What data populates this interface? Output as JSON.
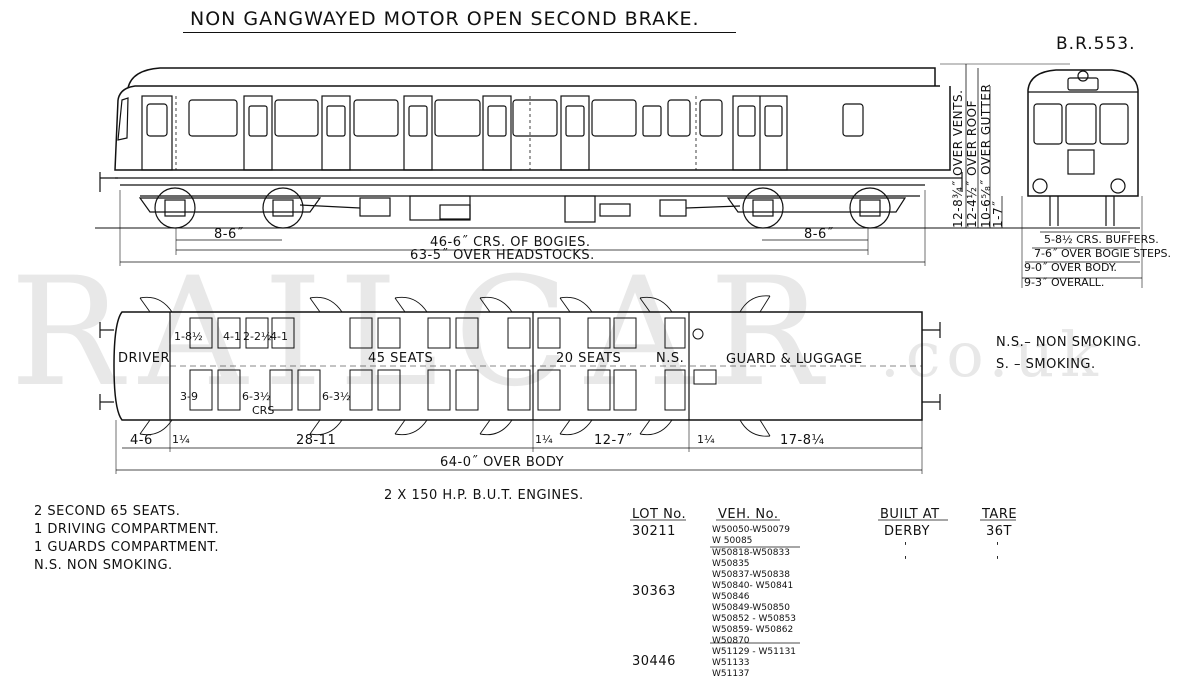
{
  "header": {
    "title": "NON  GANGWAYED  MOTOR  OPEN  SECOND  BRAKE.",
    "code": "B.R.553."
  },
  "watermark": {
    "main": "RAILCAR",
    "suffix": ".co.uk"
  },
  "side_dims": {
    "bogie_left": "8-6˝",
    "bogie_right": "8-6˝",
    "centres": "46-6˝ CRS. OF BOGIES.",
    "headstocks": "63-5˝ OVER HEADSTOCKS."
  },
  "heights": {
    "vents": "12-8¾˝ OVER VENTS.",
    "roof": "12-4½˝ OVER ROOF",
    "gutter": "10-6⁵⁄₈˝ OVER GUTTER",
    "floor": "1-7˝"
  },
  "end_dims": {
    "buffers": "5-8½ CRS. BUFFERS.",
    "steps": "7-6˝ OVER BOGIE STEPS.",
    "body": "9-0˝ OVER BODY.",
    "overall": "9-3˝ OVERALL."
  },
  "plan": {
    "driver": "DRIVER",
    "seats45": "45  SEATS",
    "seats20": "20  SEATS",
    "ns": "N.S.",
    "guard": "GUARD & LUGGAGE",
    "d_18": "1-8½",
    "d_41a": "4-1",
    "d_22": "2-2½",
    "d_41b": "4-1",
    "d_39": "3-9",
    "d_63a": "6-3½",
    "crs": "CRS",
    "d_63b": "6-3½",
    "b_46": "4-6",
    "b_14a": "1¼",
    "b_2811": "28-11",
    "b_14b": "1¼",
    "b_127": "12-7˝",
    "b_14c": "1¼",
    "b_178": "17-8¼",
    "overbody": "64-0˝ OVER BODY",
    "engines": "2 X 150  H.P.  B.U.T.  ENGINES."
  },
  "legend": {
    "ns": "N.S.– NON SMOKING.",
    "s": "S.  – SMOKING."
  },
  "summary": [
    "2  SECOND    65  SEATS.",
    "1  DRIVING   COMPARTMENT.",
    "1  GUARDS   COMPARTMENT.",
    "N.S.    NON   SMOKING."
  ],
  "lots": {
    "h_lot": "LOT No.",
    "h_veh": "VEH. No.",
    "h_built": "BUILT  AT",
    "h_tare": "TARE",
    "built": "DERBY",
    "tare": "36T",
    "lot1": "30211",
    "lot2": "30363",
    "lot3": "30446",
    "veh1": [
      "W50050-W50079",
      "W 50085"
    ],
    "veh2": [
      "W50818-W50833",
      "W50835",
      "W50837-W50838",
      "W50840- W50841",
      "W50846",
      "W50849-W50850",
      "W50852 - W50853",
      "W50859- W50862",
      "W50870"
    ],
    "veh3": [
      "W51129 - W51131",
      "W51133",
      "W51137"
    ]
  }
}
